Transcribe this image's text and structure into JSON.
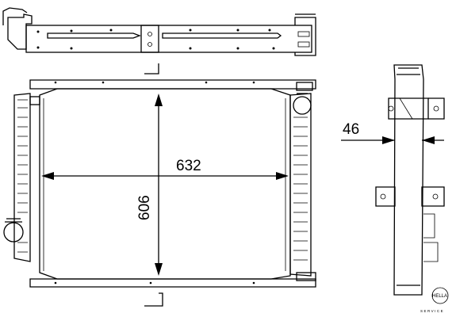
{
  "dimensions": {
    "width": "632",
    "height": "606",
    "depth": "46"
  },
  "logo": {
    "brand": "HELLA",
    "tagline": "SERVICE"
  }
}
